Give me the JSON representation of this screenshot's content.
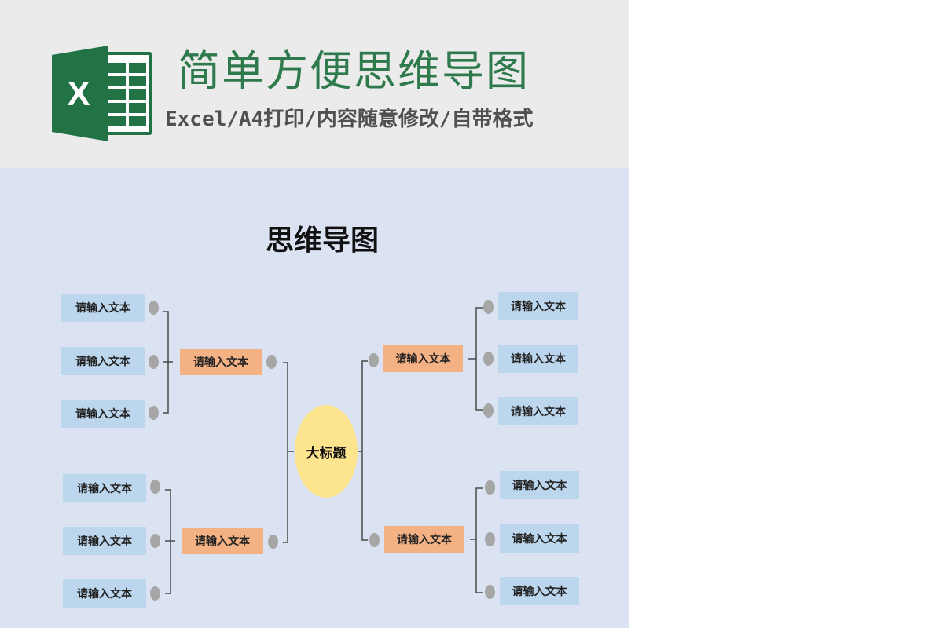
{
  "header": {
    "logo_letter": "X",
    "title": "简单方便思维导图",
    "subtitle": "Excel/A4打印/内容随意修改/自带格式"
  },
  "colors": {
    "brand_green": "#217346",
    "title_green": "#2f7a4c",
    "leaf_fill": "#bcd6ee",
    "branch_fill": "#f4b183",
    "center_fill": "#fde48f",
    "canvas_bg": "#dbe2f1"
  },
  "diagram": {
    "title": "思维导图",
    "center": "大标题",
    "branches": [
      {
        "label": "请输入文本",
        "leaves": [
          "请输入文本",
          "请输入文本",
          "请输入文本"
        ]
      },
      {
        "label": "请输入文本",
        "leaves": [
          "请输入文本",
          "请输入文本",
          "请输入文本"
        ]
      },
      {
        "label": "请输入文本",
        "leaves": [
          "请输入文本",
          "请输入文本",
          "请输入文本"
        ]
      },
      {
        "label": "请输入文本",
        "leaves": [
          "请输入文本",
          "请输入文本",
          "请输入文本"
        ]
      }
    ]
  }
}
